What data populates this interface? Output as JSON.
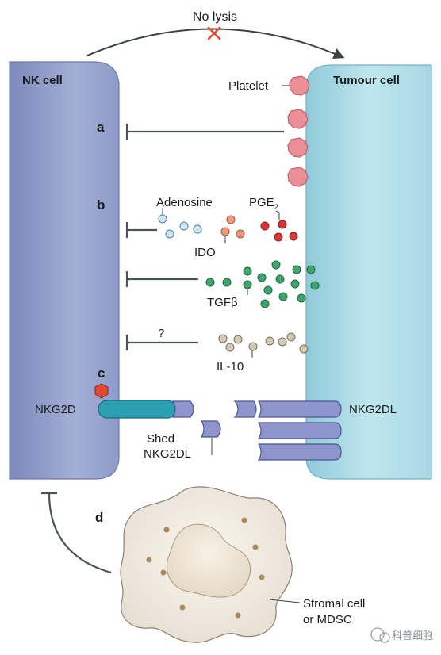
{
  "top": {
    "no_lysis": "No lysis"
  },
  "cells": {
    "nk_cell": "NK cell",
    "tumour_cell": "Tumour cell",
    "platelet": "Platelet"
  },
  "panels": {
    "a": "a",
    "b": "b",
    "c": "c",
    "d": "d"
  },
  "molecules": {
    "adenosine": "Adenosine",
    "pge_main": "PGE",
    "pge_sub": "2",
    "ido": "IDO",
    "tgfb": "TGFβ",
    "unknown": "?",
    "il10": "IL-10"
  },
  "receptors": {
    "nkg2d": "NKG2D",
    "nkg2dl": "NKG2DL",
    "shed_line1": "Shed",
    "shed_line2": "NKG2DL"
  },
  "stromal": {
    "line1": "Stromal cell",
    "line2": "or MDSC"
  },
  "watermark": {
    "text": "科普细胞"
  },
  "colors": {
    "nk_cell": "#8f9cc8",
    "tumour_cell": "#9fd3e0",
    "platelet": "#e8878e",
    "adenosine": "#bfe0f0",
    "ido": "#e89878",
    "pge": "#d83838",
    "tgfb": "#3aa068",
    "il10": "#c8c0a8",
    "nkg2d_receptor": "#2a9cb0",
    "nkg2dl": "#8a90c8",
    "stromal": "#efe8de",
    "inhibit_line": "#4a5558"
  }
}
